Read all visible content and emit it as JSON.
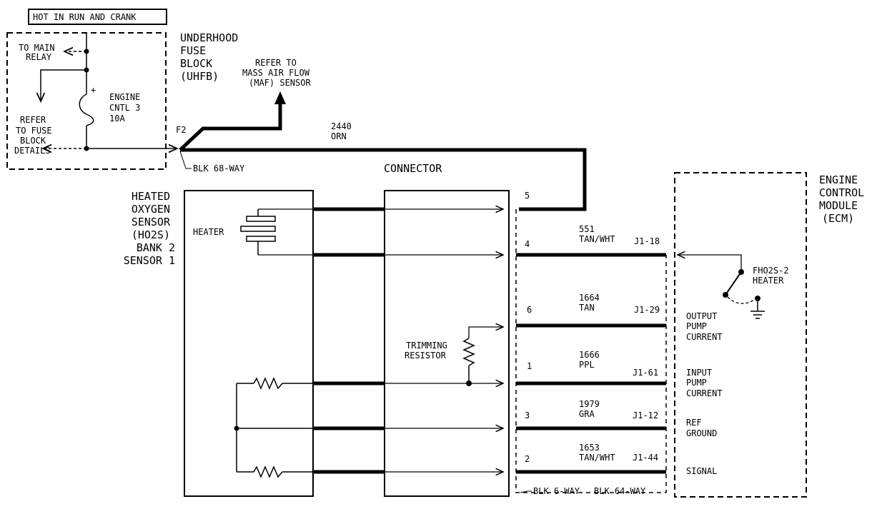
{
  "header": {
    "hot_label": "HOT IN RUN AND CRANK"
  },
  "fuse_block": {
    "title": [
      "UNDERHOOD",
      "FUSE",
      "BLOCK",
      "(UHFB)"
    ],
    "to_main_relay": [
      "TO MAIN",
      "RELAY"
    ],
    "refer_fuse_block": [
      "REFER",
      "TO FUSE",
      "BLOCK",
      "DETAILS"
    ],
    "fuse_name": [
      "ENGINE",
      "CNTL 3",
      "10A"
    ],
    "fuse_terminal": "F2",
    "connector": "BLK 68-WAY"
  },
  "maf": {
    "text": [
      "REFER TO",
      "MASS AIR FLOW",
      "(MAF) SENSOR"
    ]
  },
  "feed_wire": {
    "circuit": "2440",
    "color": "ORN"
  },
  "connector_title": "CONNECTOR",
  "sensor": {
    "title": [
      "HEATED",
      "OXYGEN",
      "SENSOR",
      "(HO2S)",
      "BANK 2",
      "SENSOR 1"
    ],
    "heater_label": "HEATER",
    "trimming_resistor": [
      "TRIMMING",
      "RESISTOR"
    ]
  },
  "ecm": {
    "title": [
      "ENGINE",
      "CONTROL",
      "MODULE",
      "(ECM)"
    ],
    "heater_driver": [
      "FHO2S-2",
      "HEATER"
    ],
    "output_pump": [
      "OUTPUT",
      "PUMP",
      "CURRENT"
    ],
    "input_pump": [
      "INPUT",
      "PUMP",
      "CURRENT"
    ],
    "ref_ground": [
      "REF",
      "GROUND"
    ],
    "signal": "SIGNAL"
  },
  "pins": {
    "pin5": "5",
    "rows": [
      {
        "pin": "4",
        "circuit": "551",
        "color": "TAN/WHT",
        "ecm_pin": "J1-18"
      },
      {
        "pin": "6",
        "circuit": "1664",
        "color": "TAN",
        "ecm_pin": "J1-29"
      },
      {
        "pin": "1",
        "circuit": "1666",
        "color": "PPL",
        "ecm_pin": "J1-61"
      },
      {
        "pin": "3",
        "circuit": "1979",
        "color": "GRA",
        "ecm_pin": "J1-12"
      },
      {
        "pin": "2",
        "circuit": "1653",
        "color": "TAN/WHT",
        "ecm_pin": "J1-44"
      }
    ]
  },
  "bottom_connectors": {
    "left": "BLK 6-WAY",
    "right": "BLK 64-WAY"
  }
}
